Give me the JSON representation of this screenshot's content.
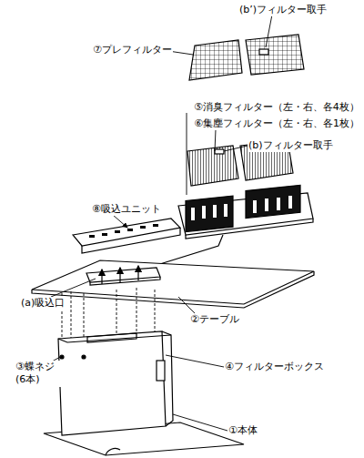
{
  "diagram": {
    "labels": [
      "(b’)フィルター取手",
      "⑦プレフィルター",
      "⑤消臭フィルター（左・右、各4枚）",
      "⑥集塵フィルター（左・右、各1枚）",
      "(b)フィルター取手",
      "⑧吸込ユニット",
      "(a)吸込口",
      "②テーブル",
      "③蝶ネジ (6本)",
      "④フィルターボックス",
      "①本体"
    ]
  }
}
